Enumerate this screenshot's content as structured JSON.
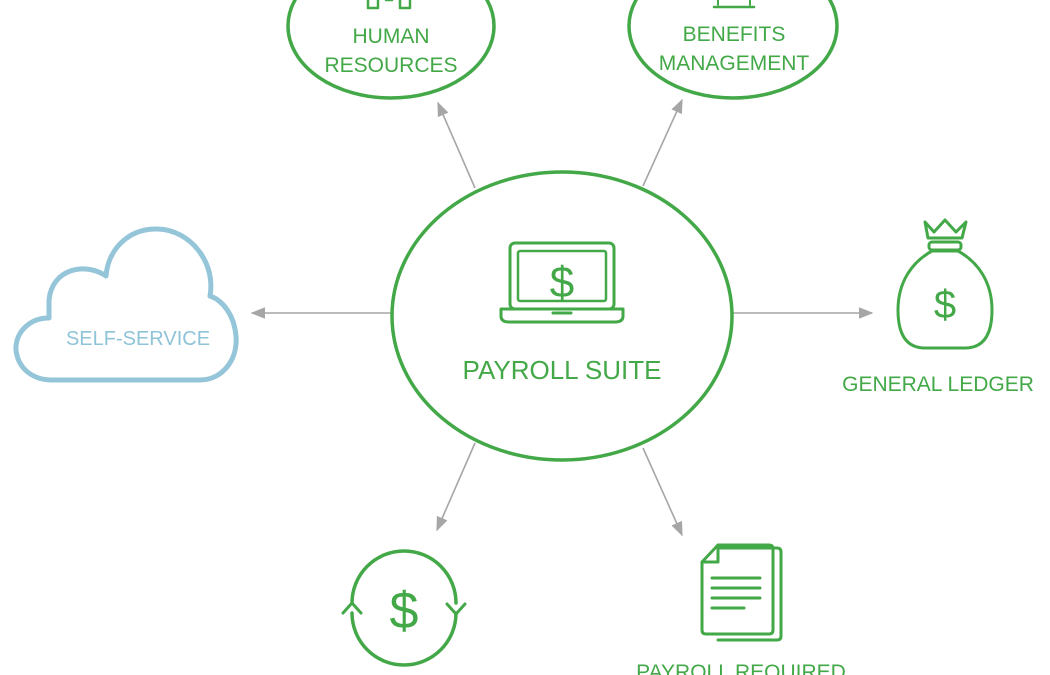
{
  "diagram": {
    "center": {
      "label": "PAYROLL SUITE",
      "icon": "laptop-dollar-icon"
    },
    "nodes": {
      "human_resources": {
        "line1": "HUMAN",
        "line2": "RESOURCES",
        "icon": "people-icon"
      },
      "benefits_management": {
        "line1": "BENEFITS",
        "line2": "MANAGEMENT",
        "icon": "building-icon"
      },
      "self_service": {
        "label": "SELF-SERVICE",
        "icon": "cloud-icon"
      },
      "general_ledger": {
        "label": "GENERAL LEDGER",
        "icon": "money-bag-icon"
      },
      "payroll_required": {
        "label": "PAYROLL REQUIRED",
        "icon": "documents-icon"
      },
      "recurring": {
        "icon": "recurring-dollar-icon"
      }
    },
    "colors": {
      "green": "#43a847",
      "blue": "#94c5d9",
      "connector": "#a6a6a6"
    }
  }
}
